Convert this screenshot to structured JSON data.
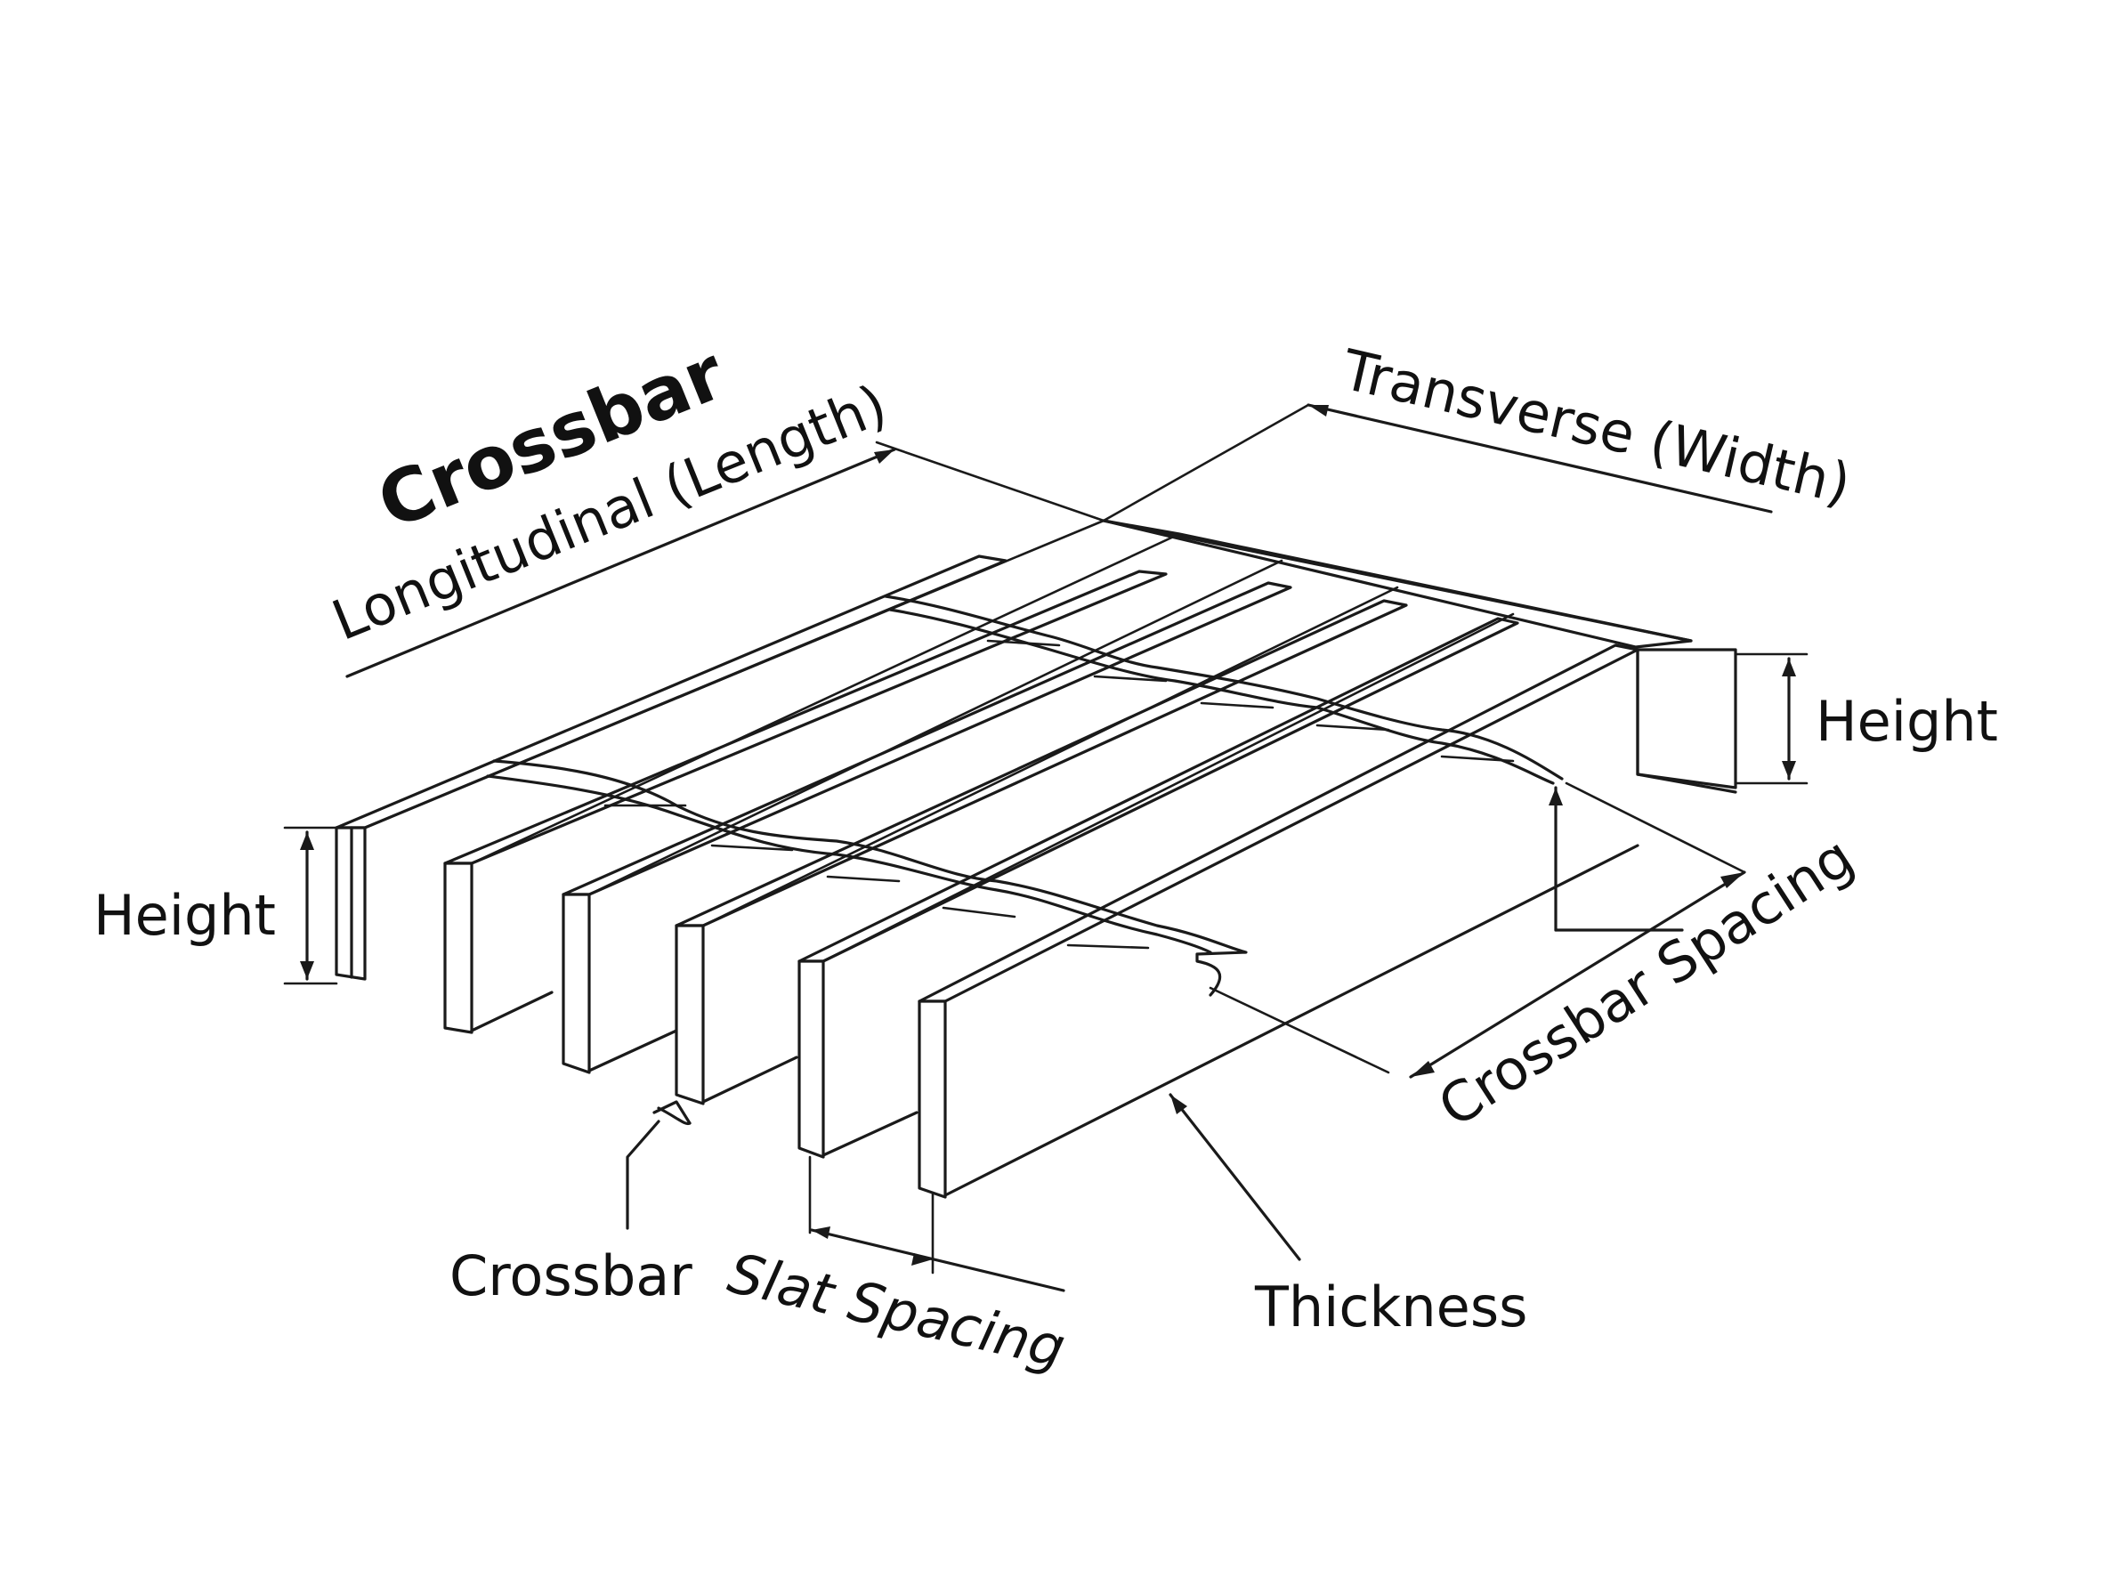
{
  "labels": {
    "title": "Crossbar",
    "longitudinal": "Longitudinal (Length)",
    "transverse": "Transverse (Width)",
    "height_left": "Height",
    "height_right": "Height",
    "crossbar_spacing": "Crossbar Spacing",
    "crossbar_bottom": "Crossbar",
    "slat_spacing": "Slat Spacing",
    "thickness": "Thickness"
  },
  "colors": {
    "ink": "#1a1a1a",
    "background": "#ffffff"
  }
}
